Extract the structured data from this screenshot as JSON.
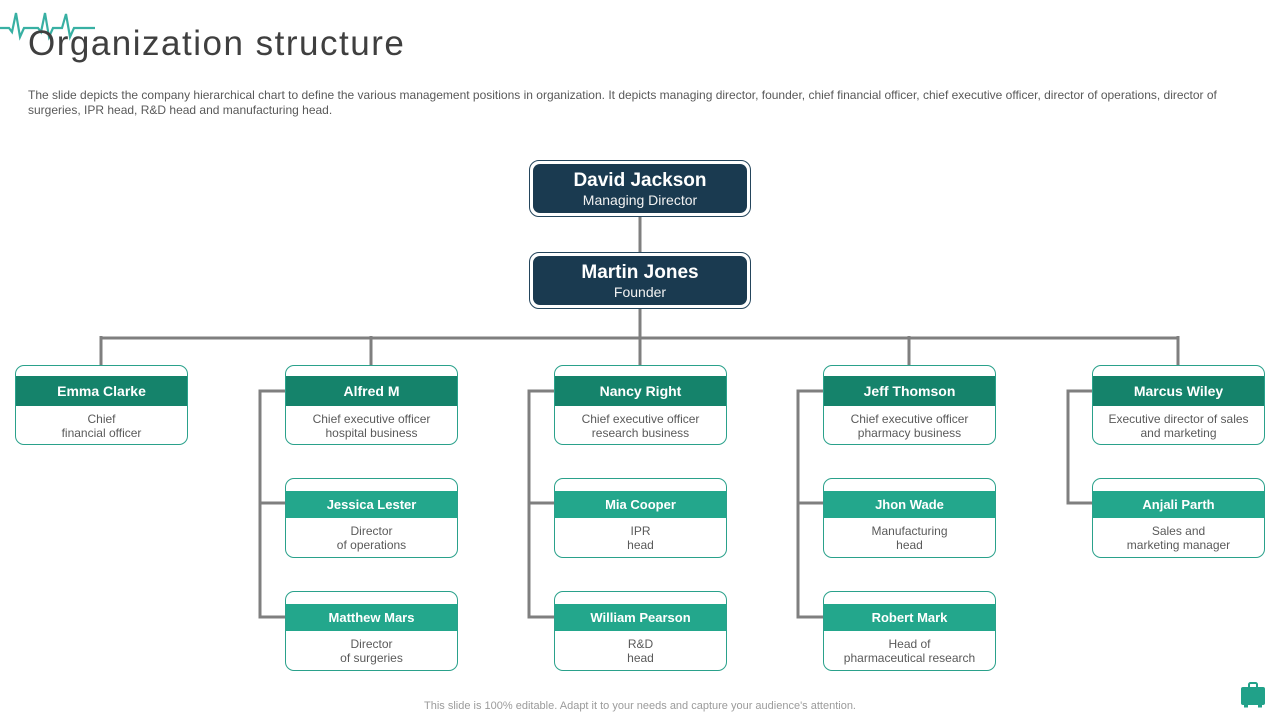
{
  "slide": {
    "title": "Organization structure",
    "description": "The slide depicts the company hierarchical chart to define the various management positions in organization. It depicts managing director, founder, chief financial officer, chief executive officer, director of operations, director of surgeries, IPR head, R&D head and manufacturing head.",
    "footer": "This slide is 100% editable. Adapt it to your needs and capture your audience's attention."
  },
  "colors": {
    "accent_teal": "#21a189",
    "level1_header": "#15836b",
    "level2_header": "#23a78c",
    "navy": "#1a3a50",
    "connector_gray": "#7f7f7f"
  },
  "org": {
    "nodes": {
      "md": {
        "name": "David Jackson",
        "role": "Managing Director"
      },
      "founder": {
        "name": "Martin Jones",
        "role": "Founder"
      },
      "cfo": {
        "name": "Emma Clarke",
        "role1": "Chief",
        "role2": "financial officer"
      },
      "ceo_hospital": {
        "name": "Alfred M",
        "role1": "Chief executive officer",
        "role2": "hospital business"
      },
      "ceo_research": {
        "name": "Nancy Right",
        "role1": "Chief executive officer",
        "role2": "research business"
      },
      "ceo_pharmacy": {
        "name": "Jeff Thomson",
        "role1": "Chief executive officer",
        "role2": "pharmacy business"
      },
      "ed_sales": {
        "name": "Marcus Wiley",
        "role1": "Executive director of sales",
        "role2": "and marketing"
      },
      "dir_operations": {
        "name": "Jessica Lester",
        "role1": "Director",
        "role2": "of operations"
      },
      "ipr_head": {
        "name": "Mia Cooper",
        "role1": "IPR",
        "role2": "head"
      },
      "mfg_head": {
        "name": "Jhon Wade",
        "role1": "Manufacturing",
        "role2": "head"
      },
      "sales_mgr": {
        "name": "Anjali Parth",
        "role1": "Sales and",
        "role2": "marketing manager"
      },
      "dir_surgeries": {
        "name": "Matthew Mars",
        "role1": "Director",
        "role2": "of surgeries"
      },
      "rd_head": {
        "name": "William Pearson",
        "role1": "R&D",
        "role2": "head"
      },
      "pharma_head": {
        "name": "Robert Mark",
        "role1": "Head of",
        "role2": "pharmaceutical research"
      }
    }
  }
}
